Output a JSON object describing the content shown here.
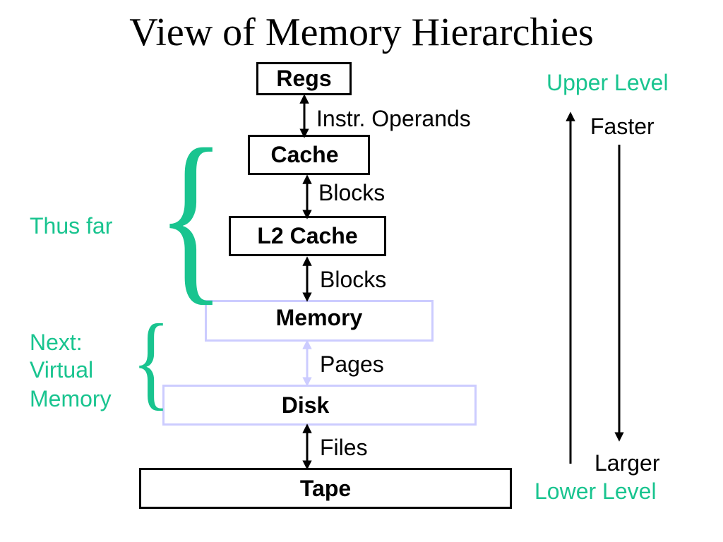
{
  "title": "View of Memory Hierarchies",
  "levels": [
    {
      "name": "Regs"
    },
    {
      "name": "Cache"
    },
    {
      "name": "L2 Cache"
    },
    {
      "name": "Memory"
    },
    {
      "name": "Disk"
    },
    {
      "name": "Tape"
    }
  ],
  "transfers": [
    "Instr. Operands",
    "Blocks",
    "Blocks",
    "Pages",
    "Files"
  ],
  "groups": {
    "thus_far": "Thus far",
    "next_line1": "Next:",
    "next_line2": "Virtual",
    "next_line3": "Memory"
  },
  "axis": {
    "upper_level": "Upper Level",
    "faster": "Faster",
    "larger": "Larger",
    "lower_level": "Lower Level"
  },
  "colors": {
    "accent_green": "#19c48f",
    "light_border": "#ccccff",
    "text": "#000000"
  }
}
